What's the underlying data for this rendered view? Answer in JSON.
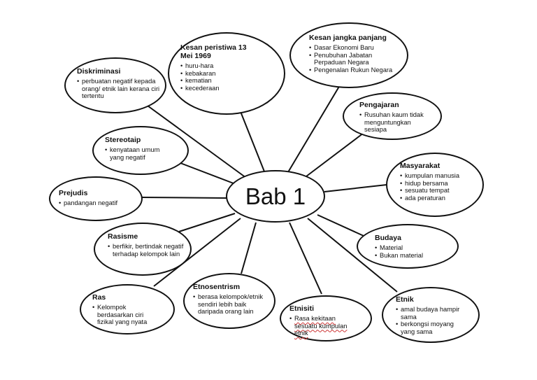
{
  "center": {
    "label": "Bab 1"
  },
  "nodes": {
    "diskriminasi": {
      "title": "Diskriminasi",
      "items": [
        "perbuatan negatif kepada orang/ etnik lain kerana ciri tertentu"
      ]
    },
    "kesan_peristiwa": {
      "title": "Kesan peristiwa 13 Mei 1969",
      "items": [
        "huru-hara",
        "kebakaran",
        "kematian",
        "kecederaan"
      ]
    },
    "kesan_jangka_panjang": {
      "title": "Kesan jangka panjang",
      "items": [
        "Dasar Ekonomi Baru",
        "Penubuhan Jabatan Perpaduan Negara",
        "Pengenalan Rukun Negara"
      ]
    },
    "pengajaran": {
      "title": "Pengajaran",
      "items": [
        "Rusuhan kaum tidak menguntungkan sesiapa"
      ]
    },
    "stereotaip": {
      "title": "Stereotaip",
      "items": [
        "kenyataan umum yang negatif"
      ]
    },
    "masyarakat": {
      "title": "Masyarakat",
      "items": [
        "kumpulan manusia",
        "hidup bersama",
        "sesuatu tempat",
        "ada peraturan"
      ]
    },
    "prejudis": {
      "title": "Prejudis",
      "items": [
        "pandangan negatif"
      ]
    },
    "rasisme": {
      "title": "Rasisme",
      "items": [
        "berfikir, bertindak negatif terhadap kelompok lain"
      ]
    },
    "budaya": {
      "title": "Budaya",
      "items": [
        "Material",
        "Bukan material"
      ]
    },
    "ras": {
      "title": "Ras",
      "items": [
        "Kelompok berdasarkan ciri fizikal yang nyata"
      ]
    },
    "etnosentrism": {
      "title": "Etnosentrism",
      "items": [
        "berasa kelompok/etnik sendiri lebih baik daripada orang lain"
      ]
    },
    "etnisiti": {
      "title": "Etnisiti",
      "items": [
        "Rasa kekitaan sesuatu kumpulan etnik"
      ]
    },
    "etnik": {
      "title": "Etnik",
      "items": [
        "amal budaya hampir sama",
        "berkongsi moyang yang sama"
      ]
    }
  }
}
